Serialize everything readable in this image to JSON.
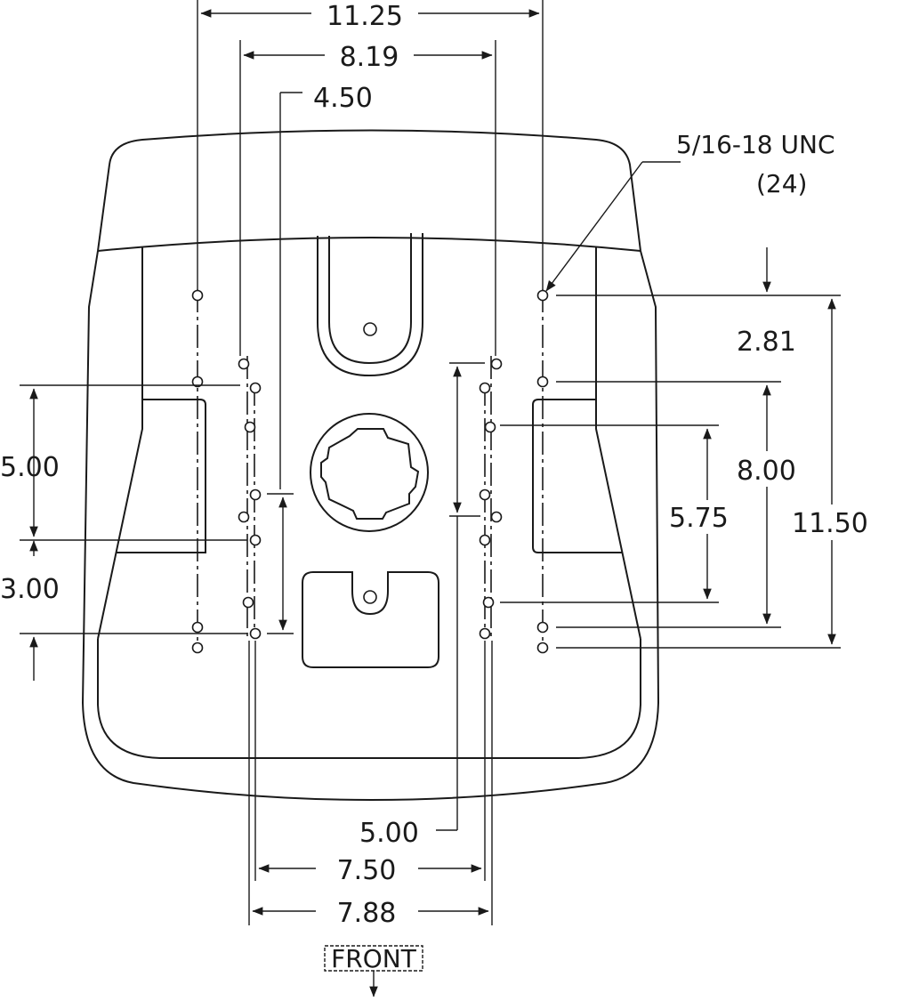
{
  "dimensions": {
    "width_outer": "11.25",
    "width_mid": "8.19",
    "width_center": "4.50",
    "left_height_upper": "5.00",
    "left_height_lower": "3.00",
    "right_top_offset": "2.81",
    "right_height_mid": "8.00",
    "right_height_inner": "5.75",
    "right_height_total": "11.50",
    "bottom_offset": "5.00",
    "bottom_width_inner": "7.50",
    "bottom_width_outer": "7.88"
  },
  "callout": {
    "thread": "5/16-18 UNC",
    "count": "(24)"
  },
  "front_label": "FRONT"
}
